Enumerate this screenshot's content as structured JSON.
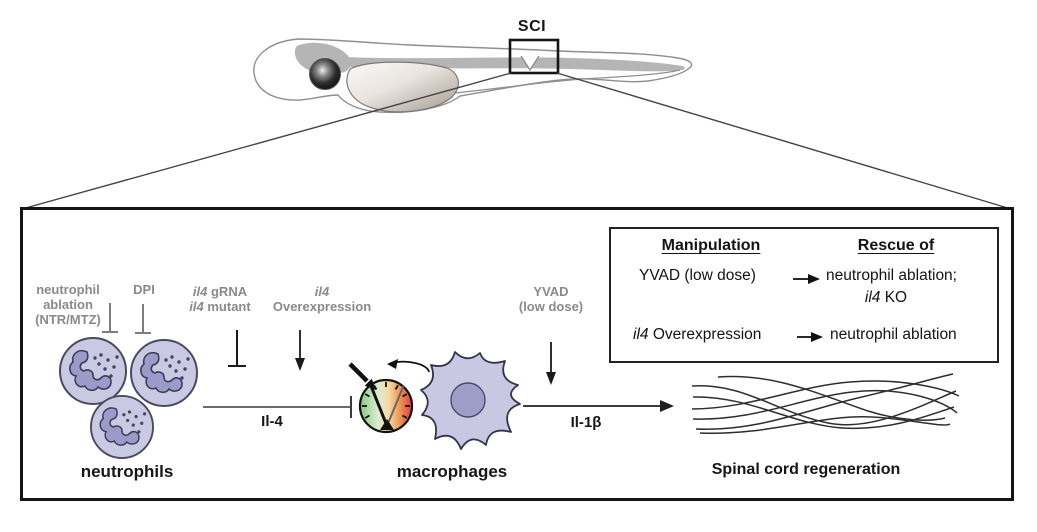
{
  "top": {
    "sci_label": "SCI"
  },
  "panel": {
    "interventions": {
      "neutrophil_ablation_line1": "neutrophil",
      "neutrophil_ablation_line2": "ablation",
      "neutrophil_ablation_line3": "(NTR/MTZ)",
      "dpi": "DPI",
      "il4_grna_gene": "il4",
      "il4_grna_rest": "gRNA",
      "il4_mutant_gene": "il4",
      "il4_mutant_rest": "mutant",
      "il4_oe_gene": "il4",
      "il4_oe_rest": "Overexpression",
      "yvad_line1": "YVAD",
      "yvad_line2": "(low dose)"
    },
    "signals": {
      "il4": "Il-4",
      "il1b": "Il-1β"
    },
    "cell_labels": {
      "neutrophils": "neutrophils",
      "macrophages": "macrophages"
    },
    "outcome": "Spinal cord regeneration",
    "table": {
      "header_manipulation": "Manipulation",
      "header_rescue": "Rescue of",
      "row1_manipulation": "YVAD (low dose)",
      "row1_rescue_line1": "neutrophil ablation;",
      "row1_rescue_gene": "il4",
      "row1_rescue_rest": "KO",
      "row2_manipulation_gene": "il4",
      "row2_manipulation_rest": "Overexpression",
      "row2_rescue": "neutrophil ablation"
    }
  },
  "colors": {
    "gray_label": "#8a8a8a",
    "neutrophil_fill": "#c9c9e3",
    "nucleus_fill": "#9b9bc9",
    "gauge_green": "#86c886",
    "gauge_red": "#e23b3b",
    "outline_black": "#141414"
  }
}
